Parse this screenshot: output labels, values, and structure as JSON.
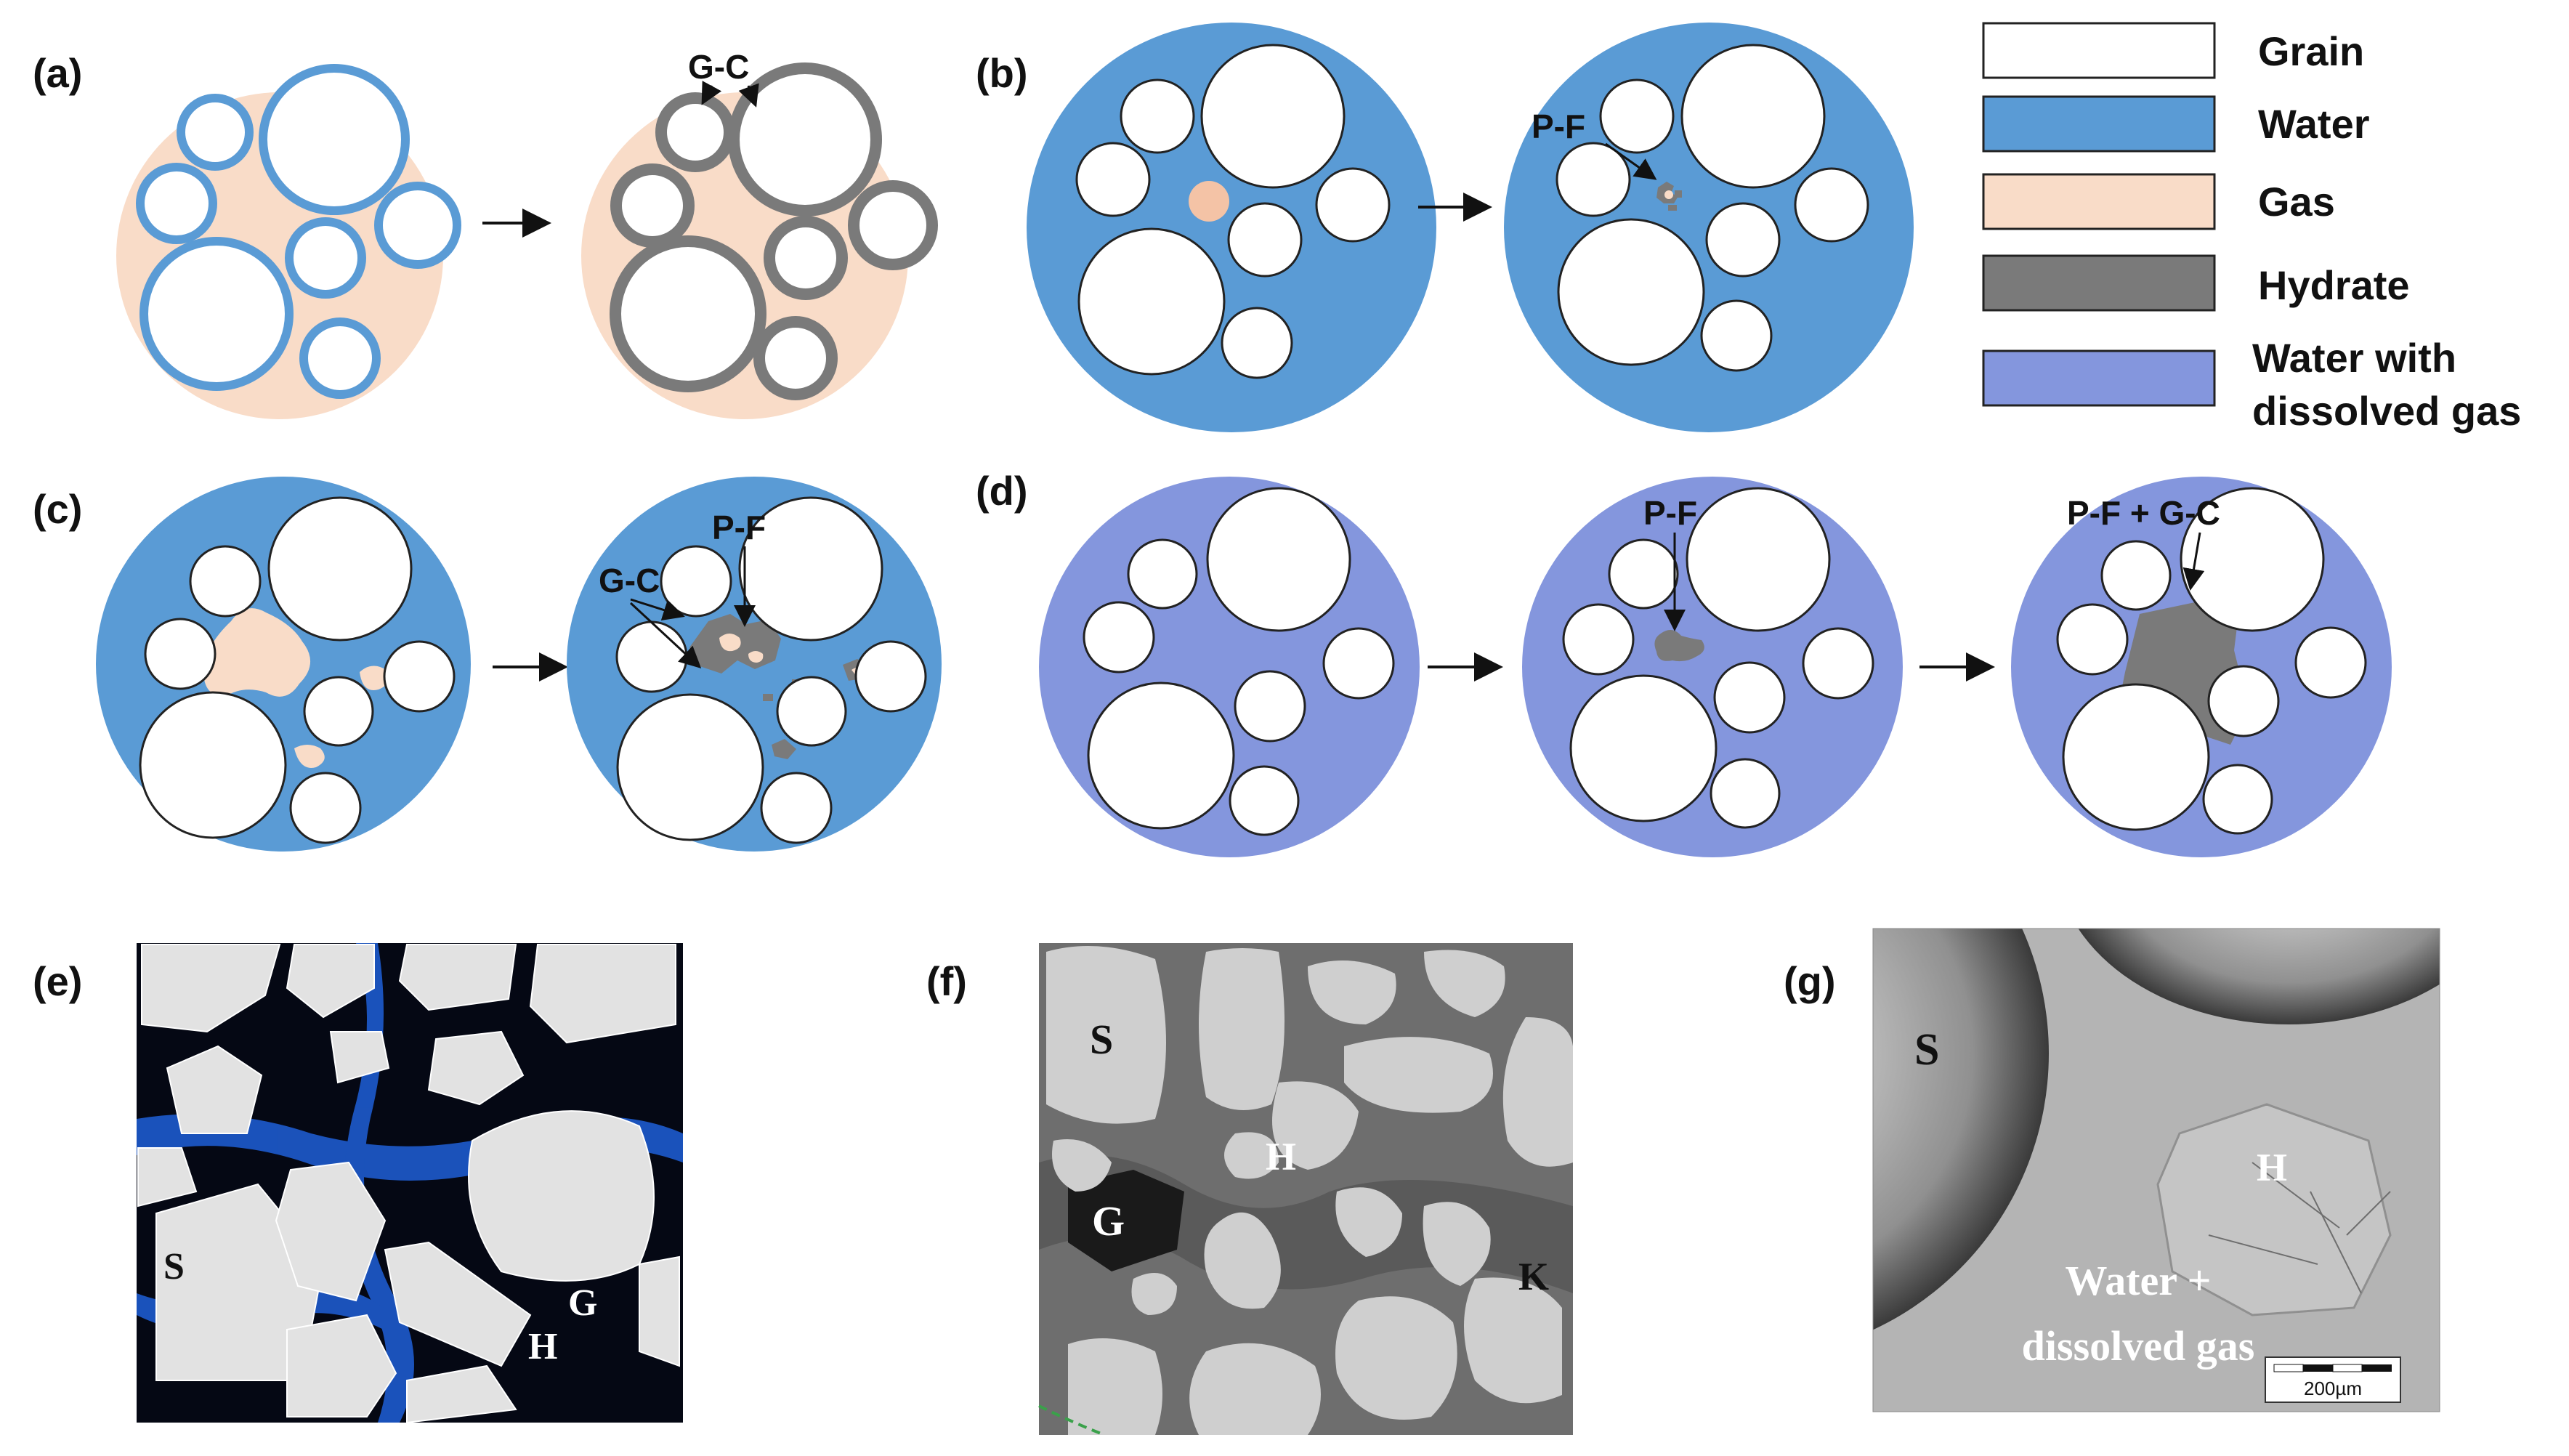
{
  "panels": {
    "a": "(a)",
    "b": "(b)",
    "c": "(c)",
    "d": "(d)",
    "e": "(e)",
    "f": "(f)",
    "g": "(g)"
  },
  "annotations": {
    "a_gc": "G-C",
    "b_pf": "P-F",
    "c_gc": "G-C",
    "c_pf": "P-F",
    "d_pf": "P-F",
    "d_pfgc": "P-F + G-C"
  },
  "legend": [
    {
      "label": "Grain",
      "color": "#ffffff"
    },
    {
      "label": "Water",
      "color": "#5a9bd5"
    },
    {
      "label": "Gas",
      "color": "#f9dcc8"
    },
    {
      "label": "Hydrate",
      "color": "#7a7a7a"
    },
    {
      "label": "Water with",
      "label2": "dissolved gas",
      "color": "#8496dd"
    }
  ],
  "photo_e": {
    "s": "S",
    "g": "G",
    "h": "H"
  },
  "photo_f": {
    "s": "S",
    "h": "H",
    "g": "G",
    "k": "K"
  },
  "photo_g": {
    "s": "S",
    "h": "H",
    "line1": "Water +",
    "line2": "dissolved gas",
    "scale": "200µm"
  }
}
